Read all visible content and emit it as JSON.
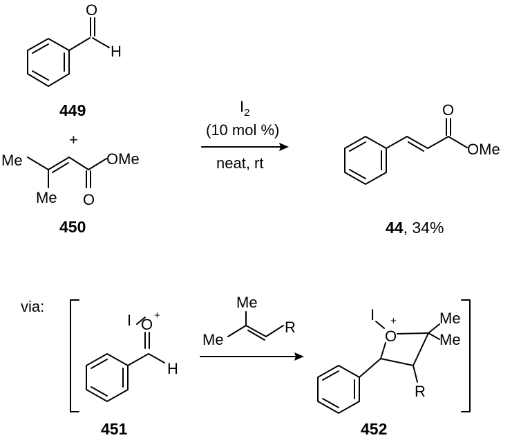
{
  "scheme1": {
    "compound_449": "449",
    "plus": "+",
    "compound_450": "450",
    "product_label": "44",
    "product_yield": ", 34%",
    "conditions": {
      "reagent": "I",
      "reagent_subscript": "2",
      "loading": "(10 mol %)",
      "conditions": "neat, rt"
    },
    "atoms_449": {
      "O": "O",
      "H": "H"
    },
    "atoms_450": {
      "Me1": "Me",
      "Me2": "Me",
      "OMe": "OMe",
      "O": "O"
    },
    "atoms_44": {
      "O": "O",
      "OMe": "OMe"
    }
  },
  "scheme2": {
    "via": "via:",
    "compound_451": "451",
    "compound_452": "452",
    "atoms_451": {
      "I": "I",
      "O": "O",
      "plus": "+",
      "H": "H"
    },
    "atoms_alkene": {
      "Me1": "Me",
      "Me2": "Me",
      "R": "R"
    },
    "atoms_452": {
      "I": "I",
      "O": "O",
      "plus": "+",
      "Me1": "Me",
      "Me2": "Me",
      "R": "R"
    }
  }
}
